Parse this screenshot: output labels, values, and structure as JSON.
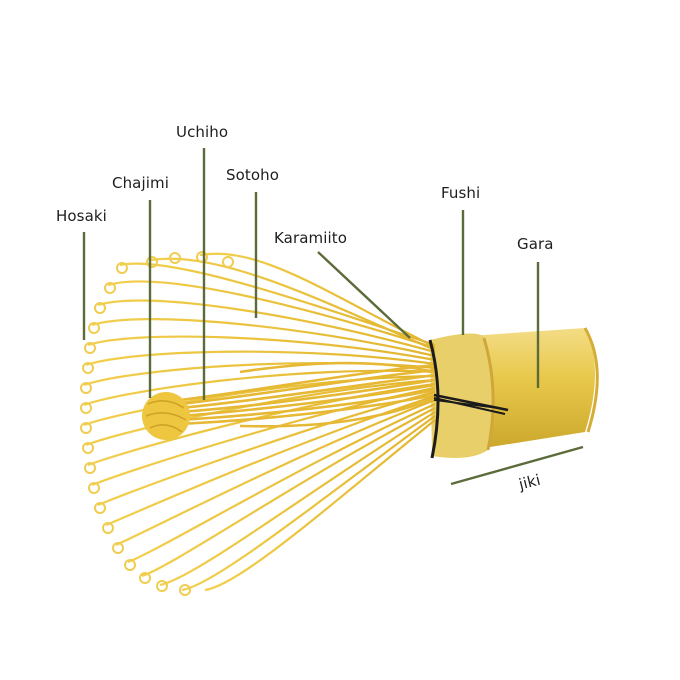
{
  "diagram": {
    "subject": "Bamboo matcha whisk (chasen) anatomy",
    "line_color": "#5c6b3a",
    "bamboo_color": "#e8c440",
    "labels": [
      {
        "id": "hosaki",
        "text": "Hosaki"
      },
      {
        "id": "chajimi",
        "text": "Chajimi"
      },
      {
        "id": "uchiho",
        "text": "Uchiho"
      },
      {
        "id": "sotoho",
        "text": "Sotoho"
      },
      {
        "id": "karamiito",
        "text": "Karamiito"
      },
      {
        "id": "fushi",
        "text": "Fushi"
      },
      {
        "id": "gara",
        "text": "Gara"
      },
      {
        "id": "jiki",
        "text": "jiki"
      }
    ]
  }
}
